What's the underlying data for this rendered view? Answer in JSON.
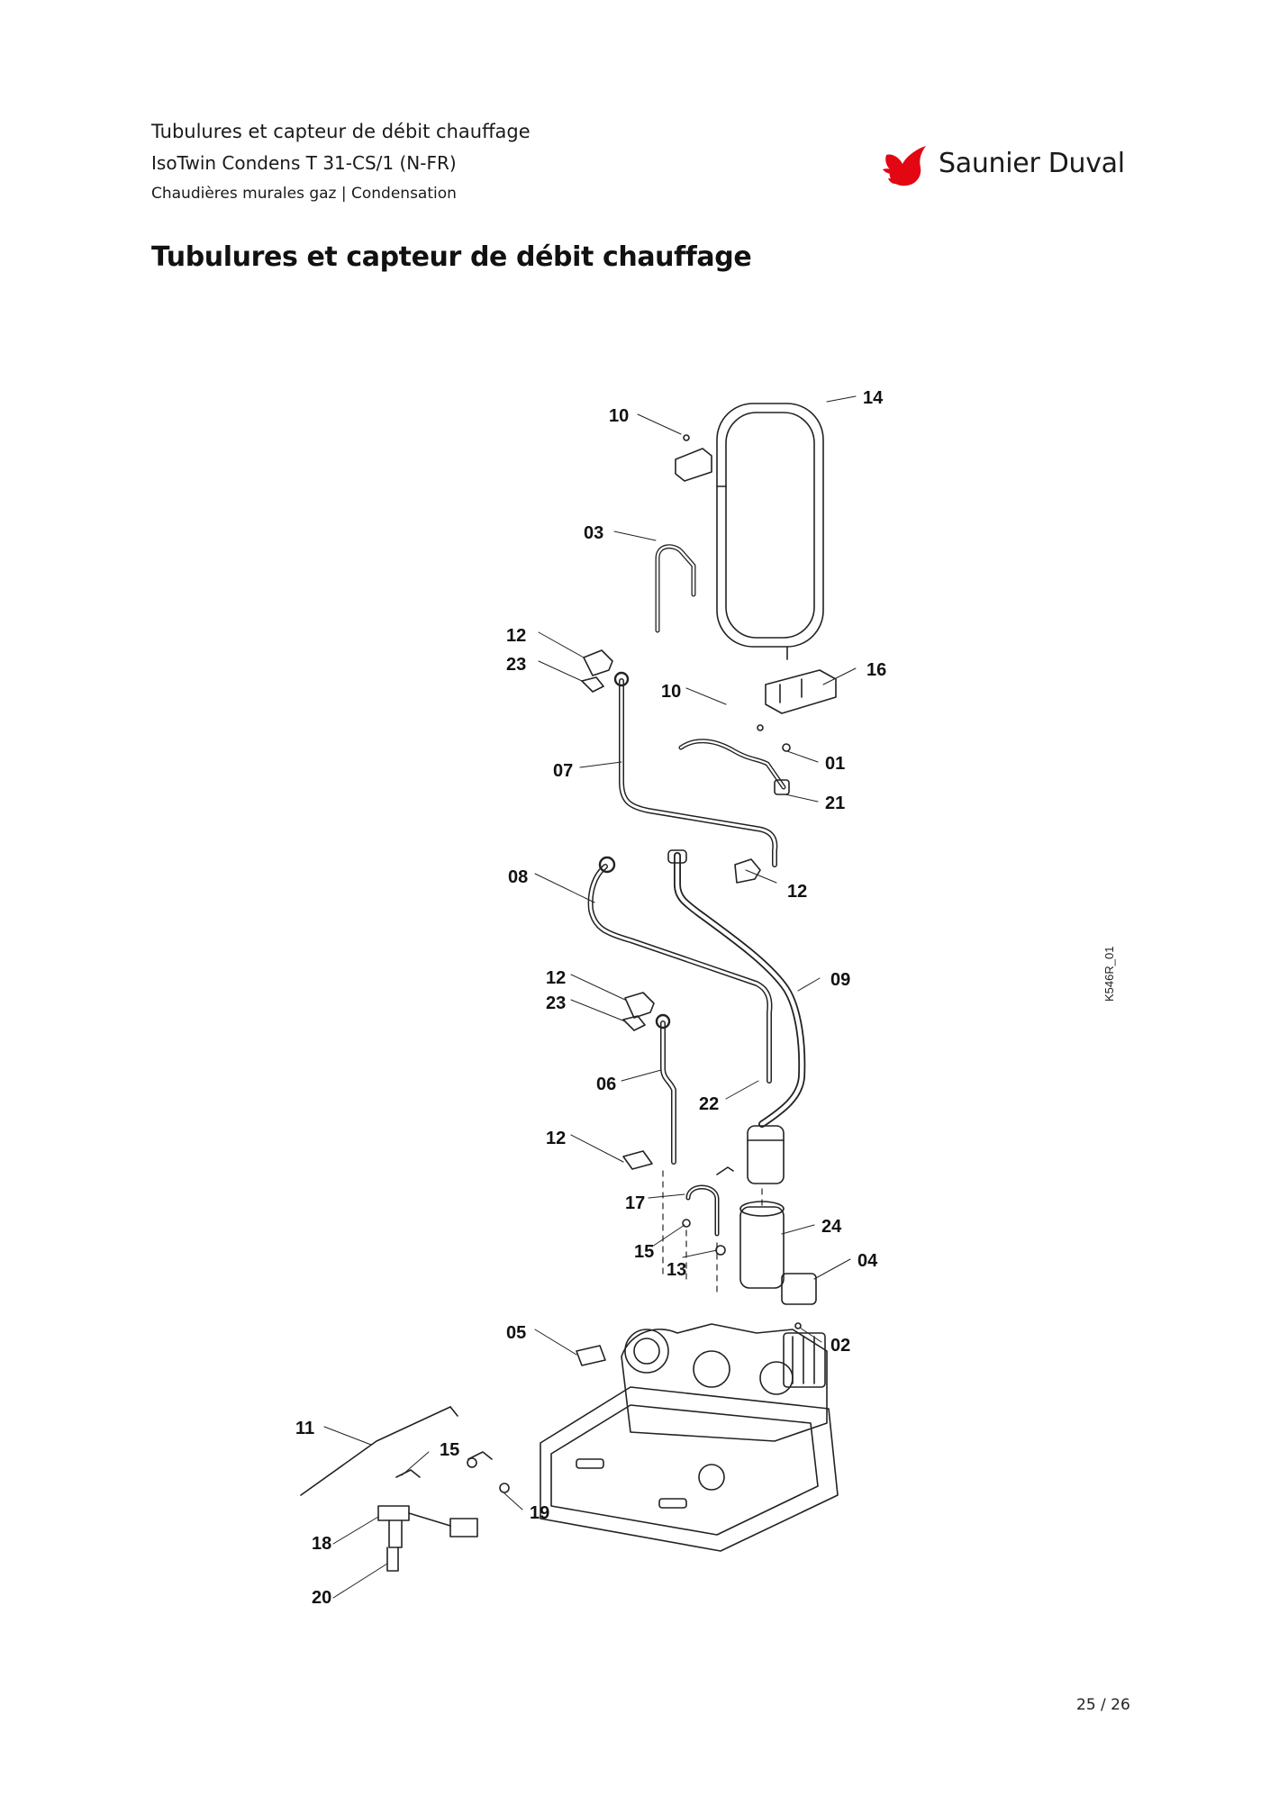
{
  "header": {
    "line1": "Tubulures et capteur de débit chauffage",
    "line2": "IsoTwin Condens T 31-CS/1 (N-FR)",
    "line3": "Chaudières murales gaz | Condensation"
  },
  "brand": {
    "name": "Saunier Duval",
    "logo_icon": "red-bird-logo-icon",
    "color": "#e30613"
  },
  "title": "Tubulures et capteur de débit chauffage",
  "figure": {
    "reference": "K546R_01",
    "callouts": [
      "14",
      "10",
      "03",
      "12",
      "23",
      "16",
      "10",
      "01",
      "07",
      "21",
      "08",
      "12",
      "12",
      "09",
      "23",
      "06",
      "22",
      "12",
      "17",
      "24",
      "15",
      "04",
      "13",
      "05",
      "02",
      "11",
      "15",
      "19",
      "18",
      "20"
    ]
  },
  "footer": {
    "page": "25 / 26"
  }
}
